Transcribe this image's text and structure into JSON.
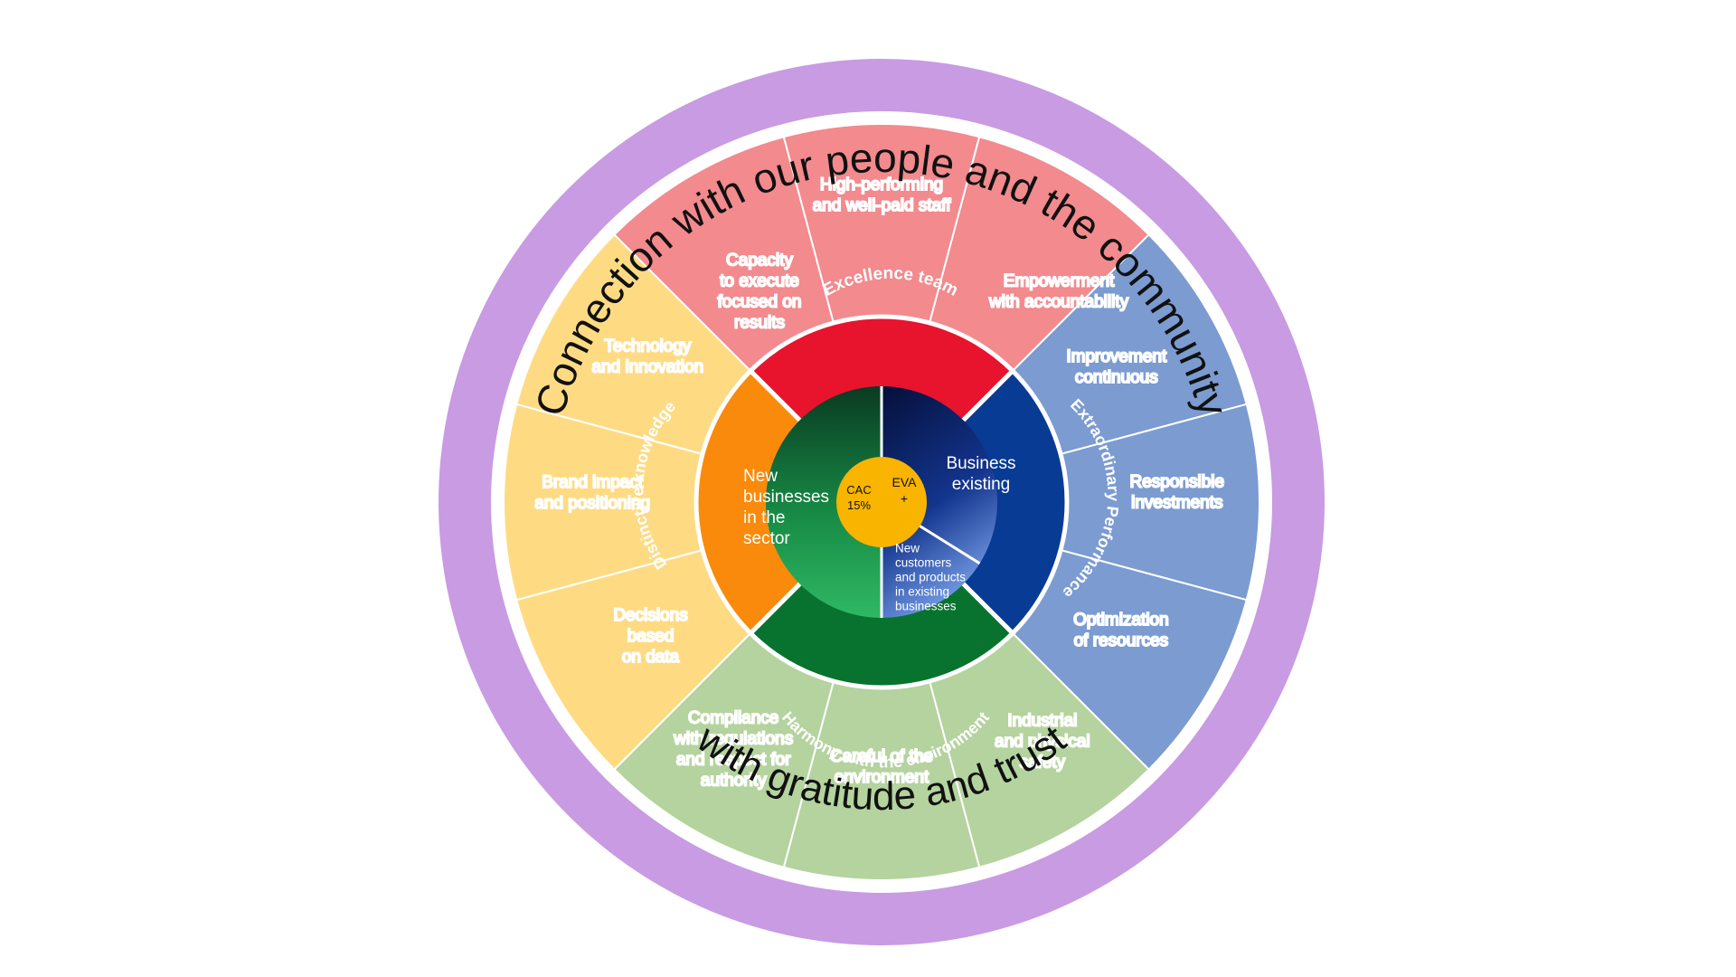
{
  "outer_ring": {
    "top_text": "Connection with our people and the community",
    "bottom_text": "with gratitude and trust",
    "color": "#C89BE3"
  },
  "pillars": {
    "excellence_team": {
      "label": "Excellence team",
      "band_color": "#E8132D",
      "segment_color": "#F28A8E"
    },
    "extraordinary_performance": {
      "label": "Extraordinary Performance",
      "band_color": "#083B94",
      "segment_color": "#7B9BD1"
    },
    "harmony_environment": {
      "label": "Harmony with the environment",
      "band_color": "#08732E",
      "segment_color": "#B4D39E"
    },
    "distinctive_knowledge": {
      "label": "Distinctive knowledge",
      "band_color": "#F98A0B",
      "segment_color": "#FEDB83"
    }
  },
  "segments": {
    "capacity": [
      "Capacity",
      "to execute",
      "focused on",
      "results"
    ],
    "high_performing": [
      "High-performing",
      "and well-paid staff"
    ],
    "empowerment": [
      "Empowerment",
      "with accountability"
    ],
    "improvement": [
      "Improvement",
      "continuous"
    ],
    "responsible": [
      "Responsible",
      "investments"
    ],
    "optimization": [
      "Optimization",
      "of resources"
    ],
    "industrial": [
      "Industrial",
      "and physical",
      "safety"
    ],
    "careful": [
      "Careful of the",
      "environment"
    ],
    "compliance": [
      "Compliance",
      "with regulations",
      "and respect for",
      "authority"
    ],
    "decisions": [
      "Decisions",
      "based",
      "on data"
    ],
    "brand": [
      "Brand impact",
      "and positioning"
    ],
    "technology": [
      "Technology",
      "and innovation"
    ]
  },
  "core": {
    "new_businesses": [
      "New",
      "businesses",
      "in the",
      "sector"
    ],
    "business_existing": [
      "Business",
      "existing"
    ],
    "new_customers": [
      "New",
      "customers",
      "and products",
      "in existing",
      "businesses"
    ],
    "center_left": [
      "CAC",
      "15%"
    ],
    "center_right": [
      "EVA",
      "+"
    ],
    "center_color": "#F9B400"
  }
}
